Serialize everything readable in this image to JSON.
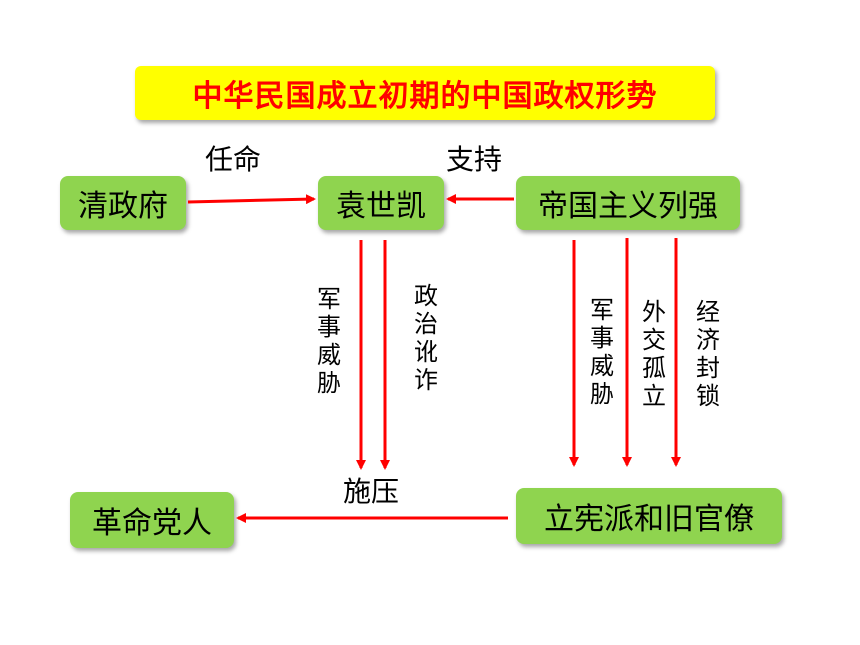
{
  "title": "中华民国成立初期的中国政权形势",
  "nodes": {
    "qing": "清政府",
    "yuan": "袁世凯",
    "powers": "帝国主义列强",
    "revolutionaries": "革命党人",
    "constitutionalists": "立宪派和旧官僚"
  },
  "edge_labels": {
    "appoint": "任命",
    "support": "支持",
    "pressure": "施压",
    "yuan_military": "军事威胁",
    "yuan_political": "政治讹诈",
    "powers_military": "军事威胁",
    "powers_diplomatic": "外交孤立",
    "powers_economic": "经济封锁"
  },
  "colors": {
    "title_bg": "#ffff00",
    "title_text": "#ff0000",
    "node_bg": "#8fd44f",
    "arrow": "#ff0000"
  }
}
